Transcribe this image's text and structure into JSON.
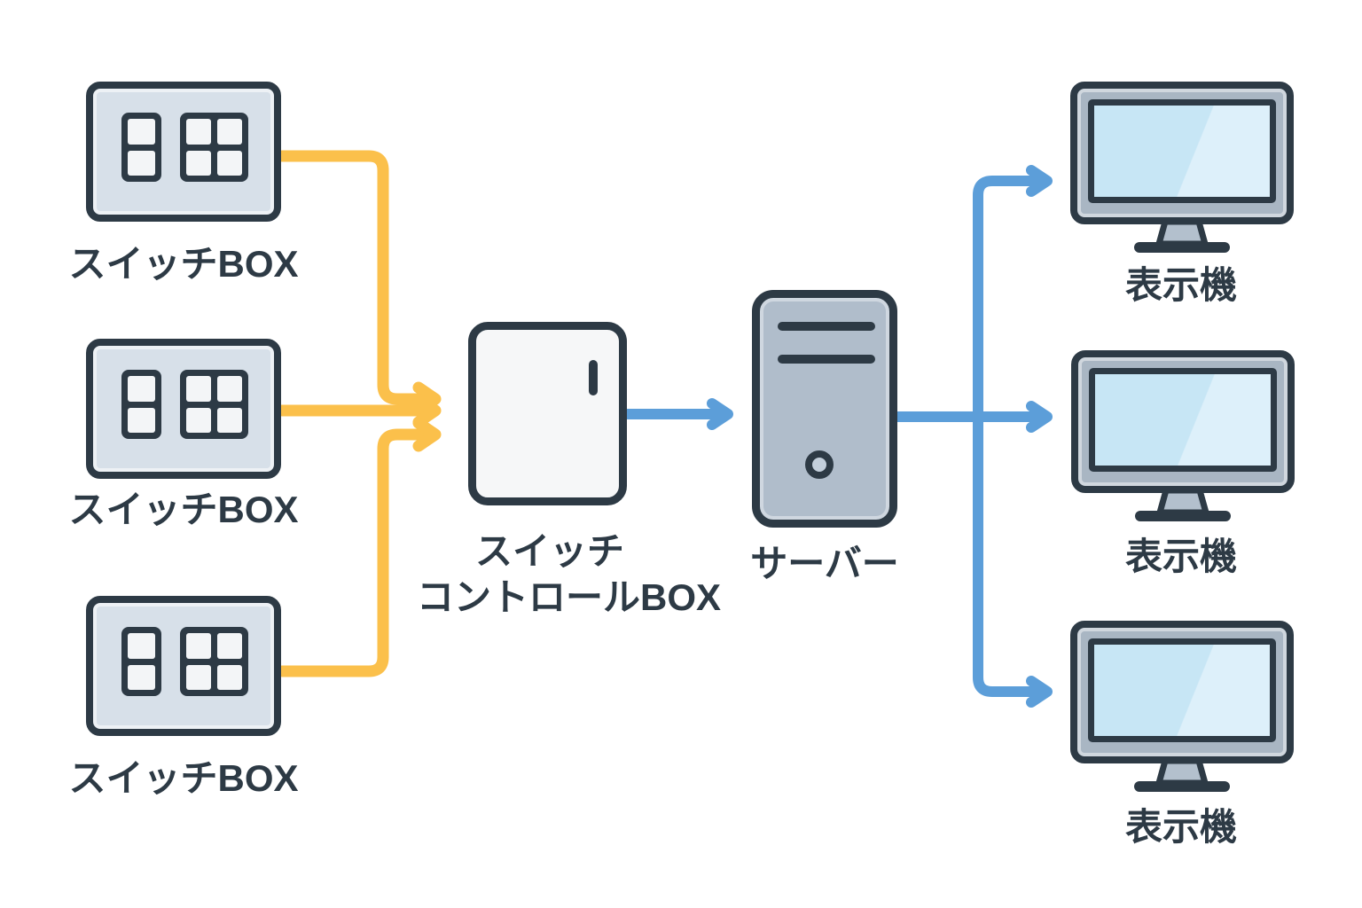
{
  "diagram": {
    "type": "system-architecture",
    "background": "#ffffff",
    "colors": {
      "outline": "#2d3a45",
      "yellow_connector": "#fbc04b",
      "blue_connector": "#5c9ed9",
      "switch_box_fill": "#d7e0e9",
      "switch_panel_fill": "#f3f5f7",
      "control_box_fill": "#f6f7f8",
      "server_fill": "#b0bdcb",
      "monitor_bezel_fill": "#a9b6c3",
      "monitor_screen_fill": "#c7e6f5",
      "monitor_screen_highlight": "#ddf0fa",
      "monitor_stand_fill": "#b3c0cd"
    },
    "switch_boxes": [
      {
        "id": "switch-box-1",
        "label": "スイッチBOX"
      },
      {
        "id": "switch-box-2",
        "label": "スイッチBOX"
      },
      {
        "id": "switch-box-3",
        "label": "スイッチBOX"
      }
    ],
    "control_box": {
      "id": "control-box",
      "label_line1": "スイッチ",
      "label_line2": "コントロールBOX"
    },
    "server": {
      "id": "server",
      "label": "サーバー"
    },
    "displays": [
      {
        "id": "display-1",
        "label": "表示機"
      },
      {
        "id": "display-2",
        "label": "表示機"
      },
      {
        "id": "display-3",
        "label": "表示機"
      }
    ],
    "connections": [
      {
        "from": "switch-box-1",
        "to": "control-box",
        "color": "#fbc04b"
      },
      {
        "from": "switch-box-2",
        "to": "control-box",
        "color": "#fbc04b"
      },
      {
        "from": "switch-box-3",
        "to": "control-box",
        "color": "#fbc04b"
      },
      {
        "from": "control-box",
        "to": "server",
        "color": "#5c9ed9"
      },
      {
        "from": "server",
        "to": "display-1",
        "color": "#5c9ed9"
      },
      {
        "from": "server",
        "to": "display-2",
        "color": "#5c9ed9"
      },
      {
        "from": "server",
        "to": "display-3",
        "color": "#5c9ed9"
      }
    ]
  }
}
